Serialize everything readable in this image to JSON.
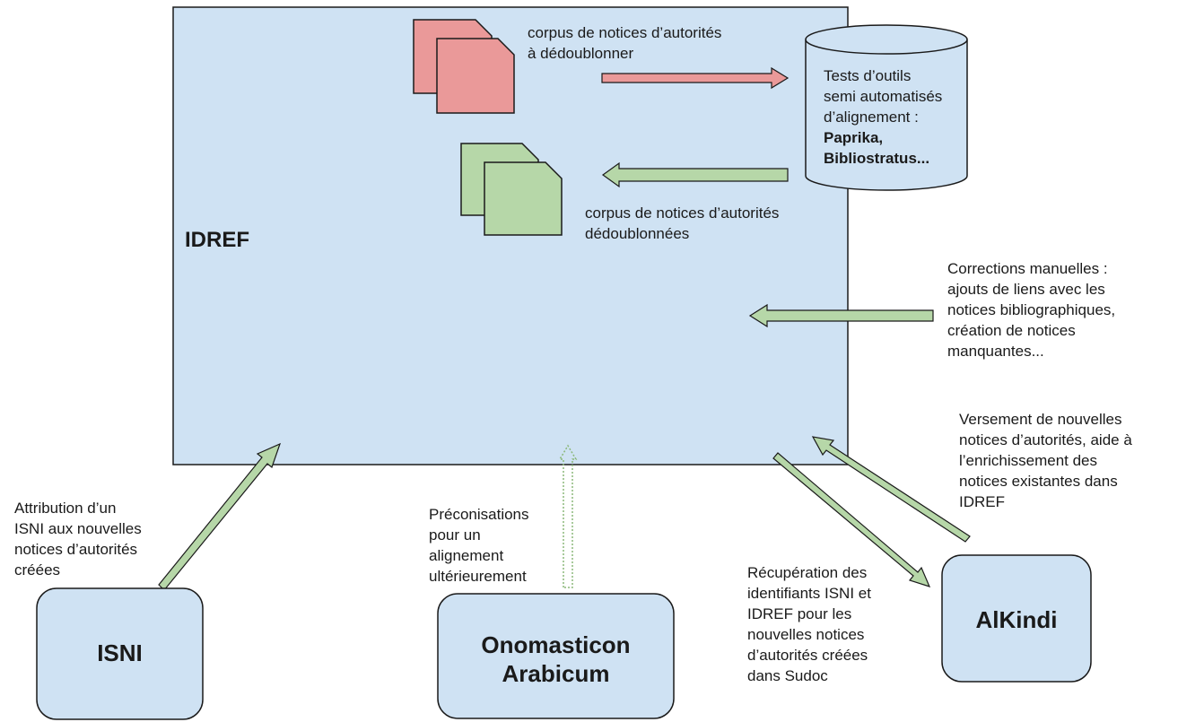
{
  "idref": {
    "title": "IDREF"
  },
  "database": {
    "lines": [
      "Tests d’outils",
      "semi automatisés",
      "d’alignement :"
    ],
    "bold_lines": [
      "Paprika,",
      "Bibliostratus..."
    ]
  },
  "corpus_to_dedup": {
    "lines": [
      "corpus de notices d’autorités",
      "à dédoublonner"
    ]
  },
  "corpus_dedup": {
    "lines": [
      "corpus de notices d’autorités",
      "dédoublonnées"
    ]
  },
  "manual_corrections": {
    "lines": [
      "Corrections manuelles :",
      "ajouts de liens avec les",
      "notices bibliographiques,",
      "création de notices",
      "manquantes..."
    ]
  },
  "versement": {
    "lines": [
      "Versement de nouvelles",
      "notices d’autorités, aide à",
      "l’enrichissement des",
      "notices existantes dans",
      "IDREF"
    ]
  },
  "attribution": {
    "lines": [
      "Attribution d’un",
      "ISNI aux nouvelles",
      "notices d’autorités",
      "créées"
    ]
  },
  "preconisations": {
    "lines": [
      "Préconisations",
      "pour un",
      "alignement",
      "ultérieurement"
    ]
  },
  "recuperation": {
    "lines": [
      "Récupération des",
      "identifiants ISNI et",
      "IDREF pour les",
      "nouvelles notices",
      "d’autorités créées",
      "dans Sudoc"
    ]
  },
  "nodes": {
    "isni": "ISNI",
    "onomasticon": [
      "Onomasticon",
      "Arabicum"
    ],
    "alkindi": "AlKindi"
  },
  "colors": {
    "idref_fill": "#cfe2f3",
    "node_fill": "#cfe2f3",
    "red_doc": "#ea9999",
    "green_doc": "#b6d7a8",
    "arrow_red": "#ea9999",
    "arrow_green": "#b6d7a8",
    "stroke": "#1a1a1a"
  }
}
